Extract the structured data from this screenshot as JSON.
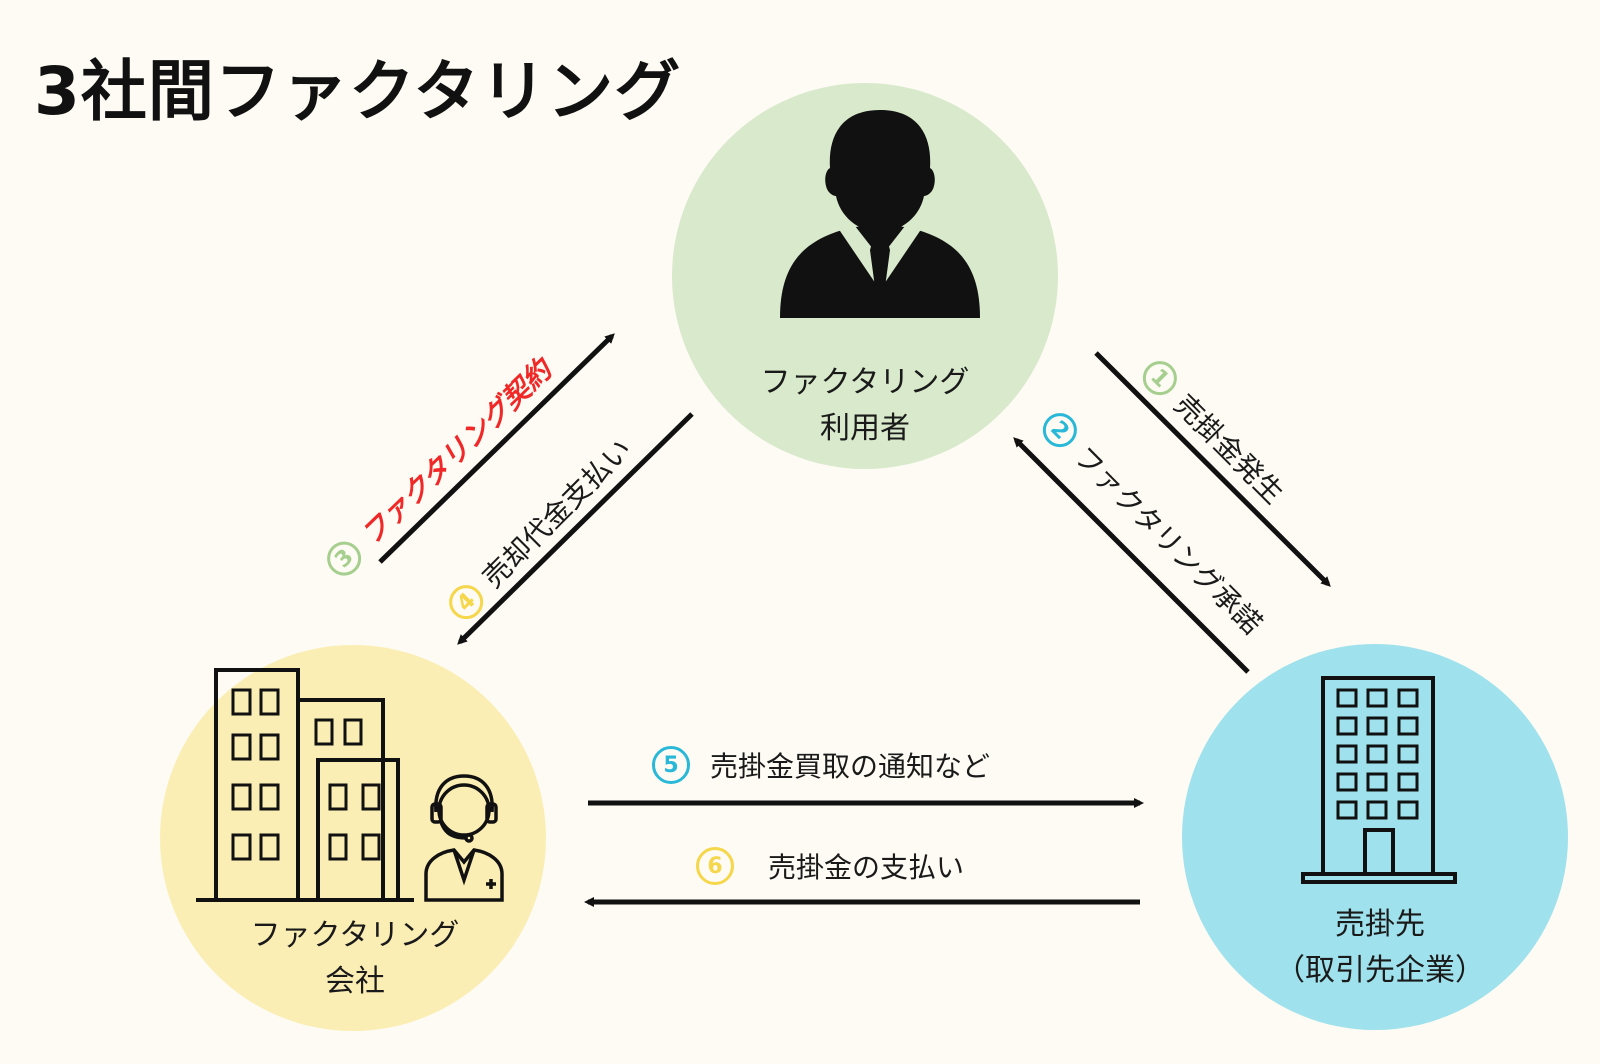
{
  "title": "3社間ファクタリング",
  "nodes": {
    "user": {
      "line1": "ファクタリング",
      "line2": "利用者"
    },
    "factoring": {
      "line1": "ファクタリング",
      "line2": "会社"
    },
    "customer": {
      "line1": "売掛先",
      "line2": "（取引先企業）"
    }
  },
  "steps": [
    {
      "num": "1",
      "label": "売掛金発生",
      "color": "#a6cf8f"
    },
    {
      "num": "2",
      "label": "ファクタリング承諾",
      "color": "#29b8d8"
    },
    {
      "num": "3",
      "label": "ファクタリング契約",
      "color": "#a6cf8f",
      "label_color": "#f02828"
    },
    {
      "num": "4",
      "label": "売却代金支払い",
      "color": "#f6d64a"
    },
    {
      "num": "5",
      "label": "売掛金買取の通知など",
      "color": "#29b8d8"
    },
    {
      "num": "6",
      "label": "売掛金の支払い",
      "color": "#f6d64a"
    }
  ],
  "colors": {
    "user_circle": "#d9e9cc",
    "factoring_circle": "#fbeeb4",
    "customer_circle": "#9fe1ec",
    "background": "#fdfbf3"
  }
}
